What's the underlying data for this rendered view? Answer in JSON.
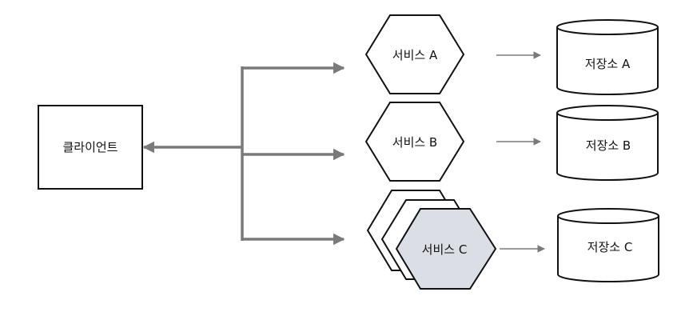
{
  "client": {
    "label": "클라이언트"
  },
  "services": [
    {
      "label": "서비스 A"
    },
    {
      "label": "서비스 B"
    },
    {
      "label": "서비스 C"
    }
  ],
  "stores": [
    {
      "label": "저장소 A"
    },
    {
      "label": "저장소 B"
    },
    {
      "label": "저장소 C"
    }
  ],
  "colors": {
    "stroke": "#111111",
    "arrow": "#7a7a7a",
    "service_c_fill": "#dcdee6",
    "background": "#ffffff"
  }
}
